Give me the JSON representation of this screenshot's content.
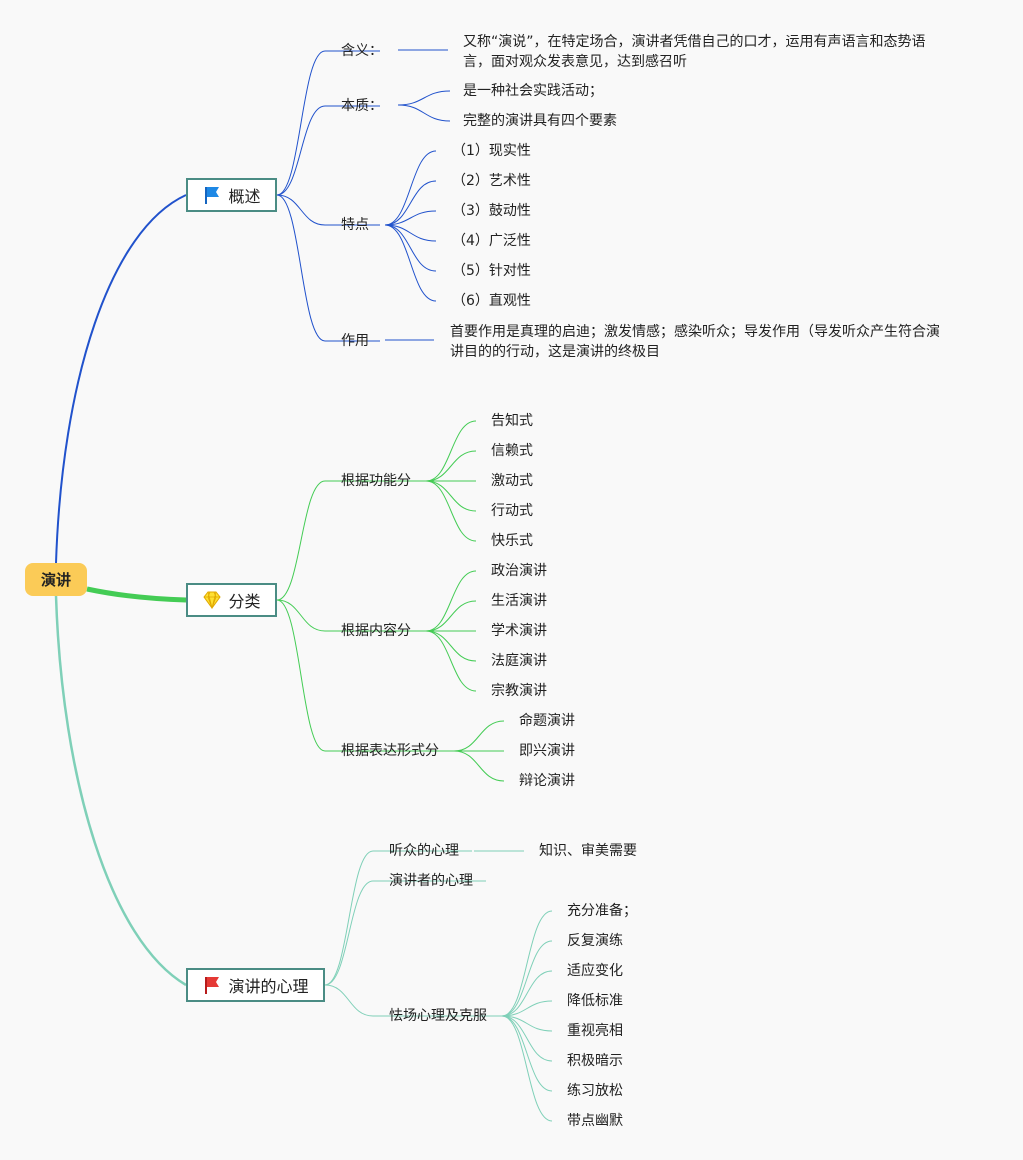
{
  "root": "演讲",
  "branches": [
    {
      "label": "概述",
      "icon": "flag-icon-blue",
      "color": "#2152cc",
      "children": [
        {
          "label": "含义：",
          "children": [
            "又称“演说”，在特定场合，演讲者凭借自己的口才，运用有声语言和态势语言，面对观众发表意见，达到感召听"
          ]
        },
        {
          "label": "本质：",
          "children": [
            "是一种社会实践活动；",
            "完整的演讲具有四个要素"
          ]
        },
        {
          "label": "特点",
          "children": [
            "（1）现实性",
            "（2）艺术性",
            "（3）鼓动性",
            "（4）广泛性",
            "（5）针对性",
            "（6）直观性"
          ]
        },
        {
          "label": "作用",
          "children": [
            "首要作用是真理的启迪；激发情感；感染听众；导发作用（导发听众产生符合演讲目的的行动，这是演讲的终极目"
          ]
        }
      ]
    },
    {
      "label": "分类",
      "icon": "diamond-icon",
      "color": "#44cc55",
      "children": [
        {
          "label": "根据功能分",
          "children": [
            "告知式",
            "信赖式",
            "激动式",
            "行动式",
            "快乐式"
          ]
        },
        {
          "label": "根据内容分",
          "children": [
            "政治演讲",
            "生活演讲",
            "学术演讲",
            "法庭演讲",
            "宗教演讲"
          ]
        },
        {
          "label": "根据表达形式分",
          "children": [
            "命题演讲",
            "即兴演讲",
            "辩论演讲"
          ]
        }
      ]
    },
    {
      "label": "演讲的心理",
      "icon": "flag-icon-red",
      "color": "#7fd0b8",
      "children": [
        {
          "label": "听众的心理",
          "children": [
            "知识、审美需要"
          ]
        },
        {
          "label": "演讲者的心理",
          "children": []
        },
        {
          "label": "怯场心理及克服",
          "children": [
            "充分准备；",
            "反复演练",
            "适应变化",
            "降低标准",
            "重视亮相",
            "积极暗示",
            "练习放松",
            "带点幽默"
          ]
        }
      ]
    }
  ]
}
